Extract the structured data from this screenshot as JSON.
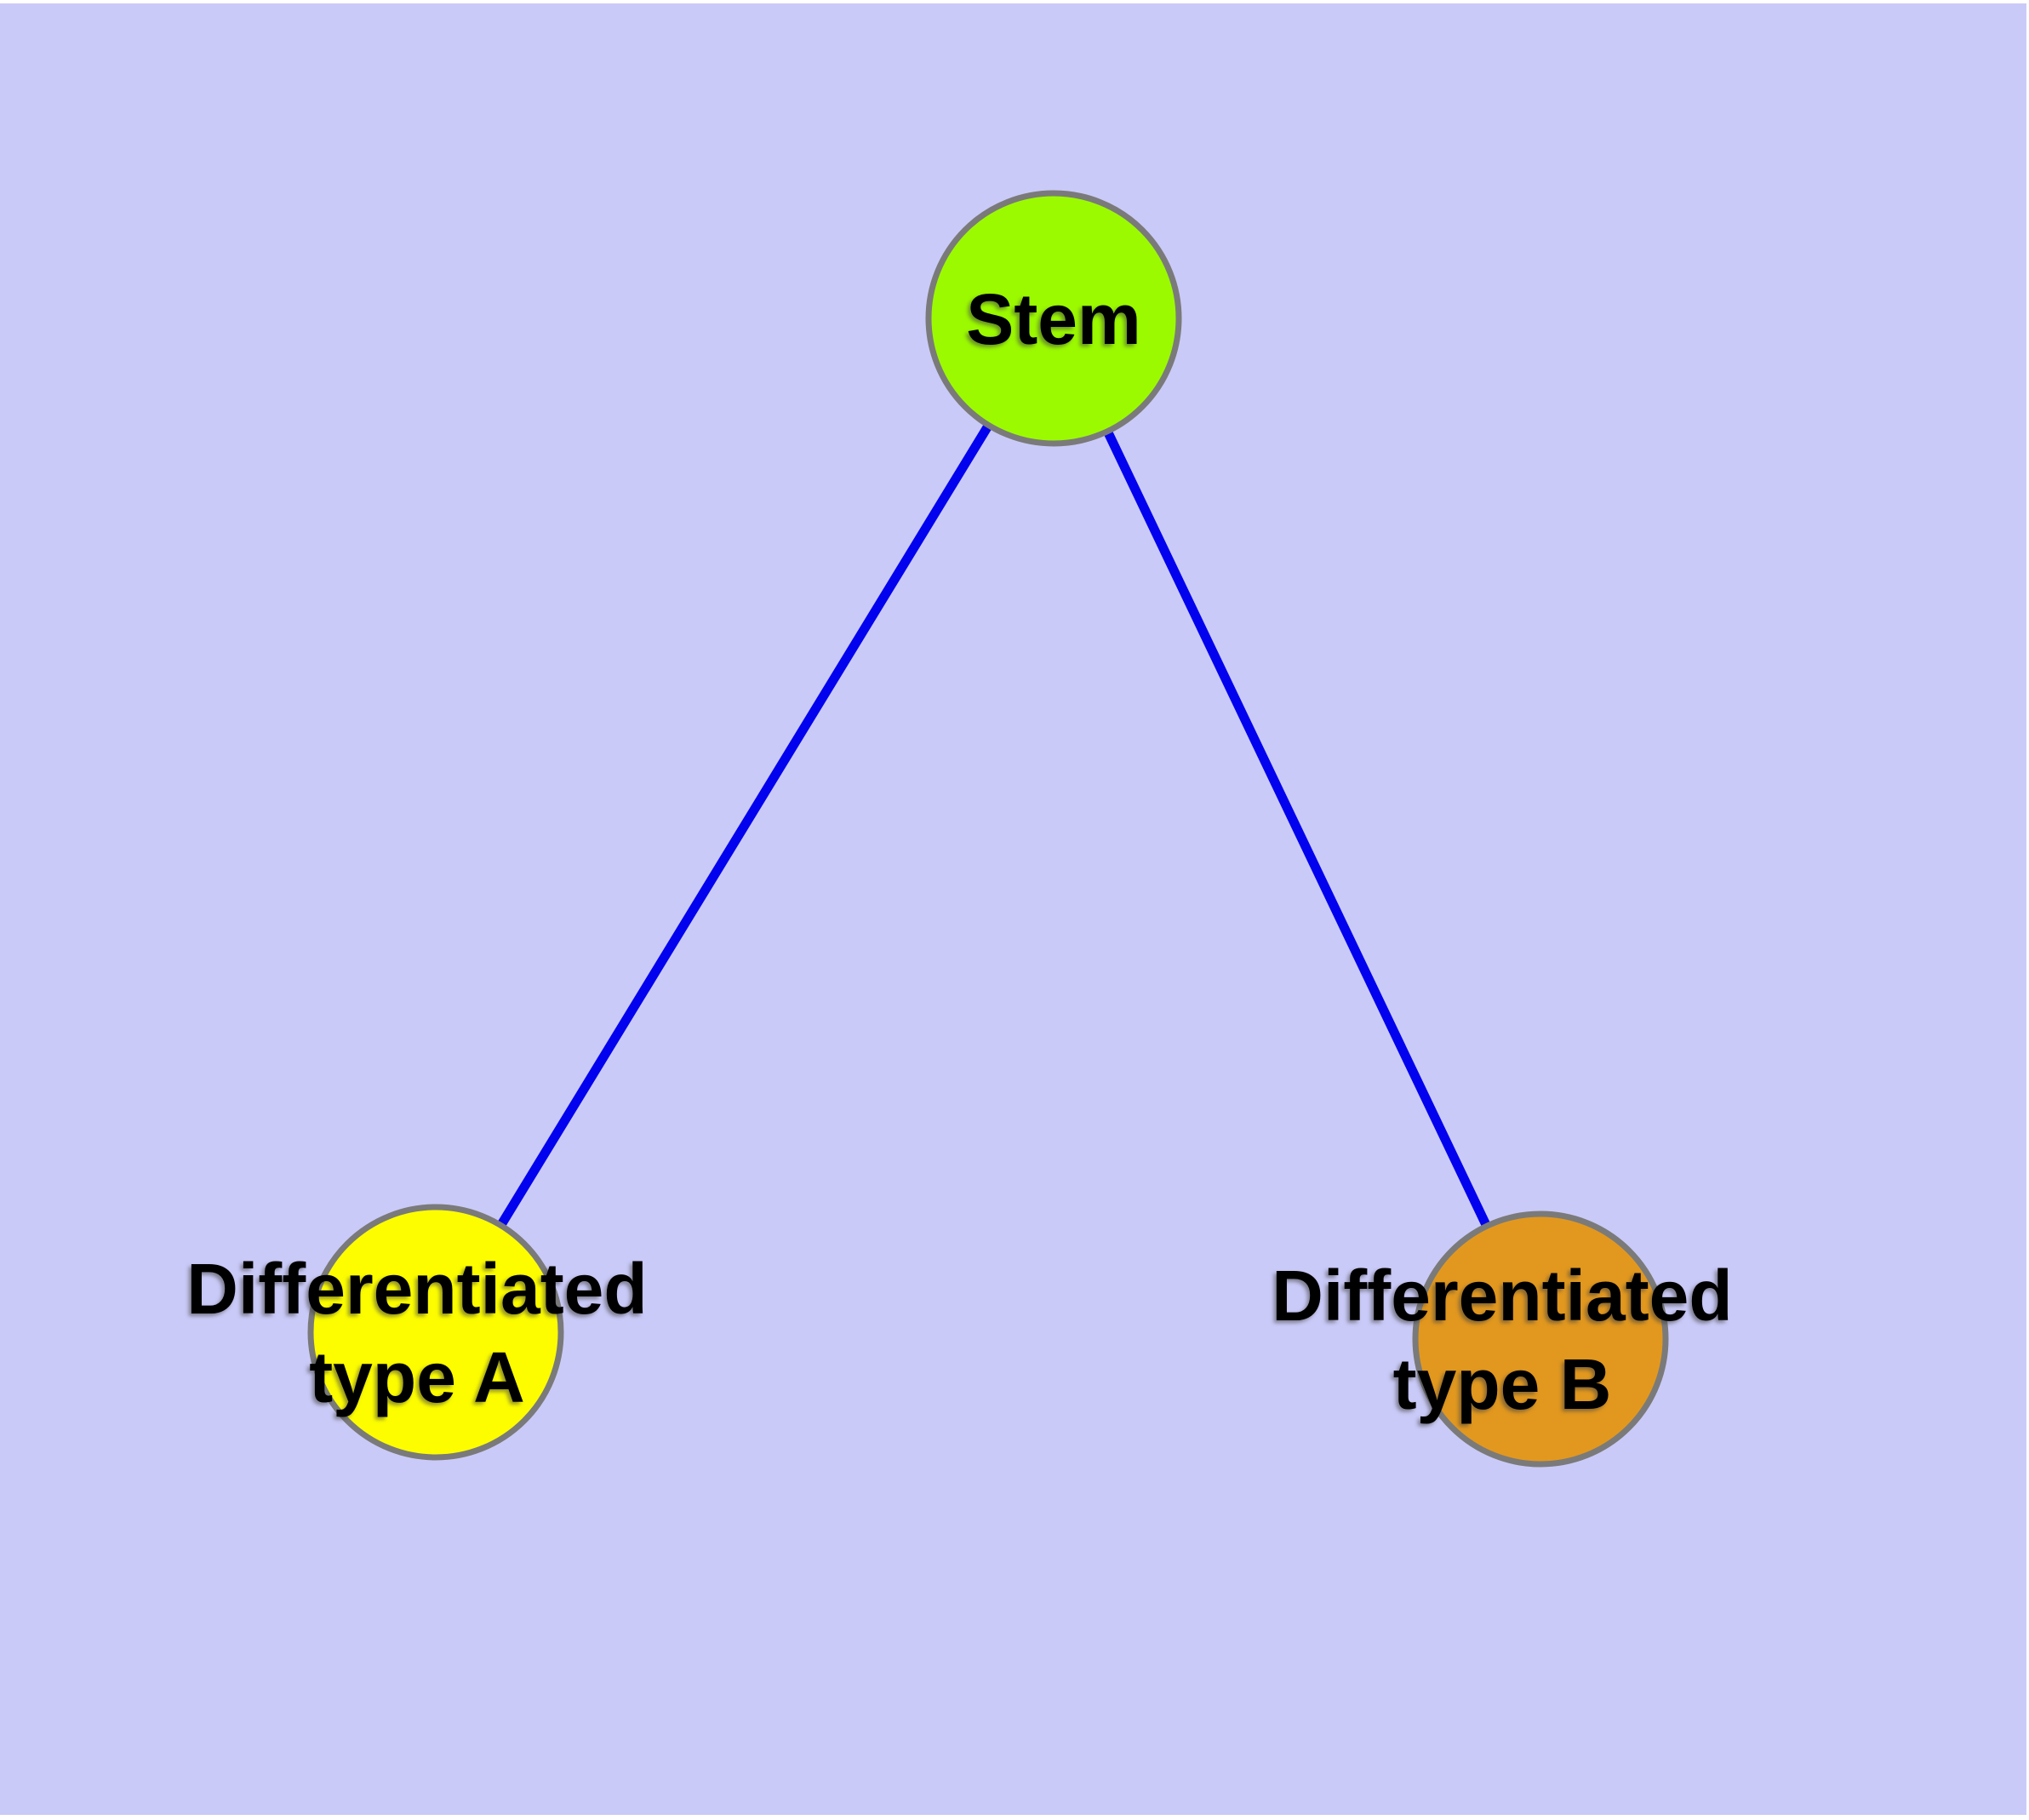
{
  "diagram": {
    "type": "graph",
    "background_color": "#cacaf8",
    "frame_color": "#ffffff",
    "text_color": "#000000",
    "edge_color": "#0202ee",
    "node_border_color": "#7a7a7a",
    "nodes": [
      {
        "id": "stem",
        "lines": [
          "Stem",
          ""
        ],
        "fill": "#9bfa00"
      },
      {
        "id": "type-a",
        "lines": [
          "Differentiated",
          "type A"
        ],
        "fill": "#fdfd00"
      },
      {
        "id": "type-b",
        "lines": [
          "Differentiated",
          "type B"
        ],
        "fill": "#e2981f"
      }
    ],
    "edges": [
      {
        "from": "stem",
        "to": "type-a"
      },
      {
        "from": "stem",
        "to": "type-b"
      }
    ]
  }
}
